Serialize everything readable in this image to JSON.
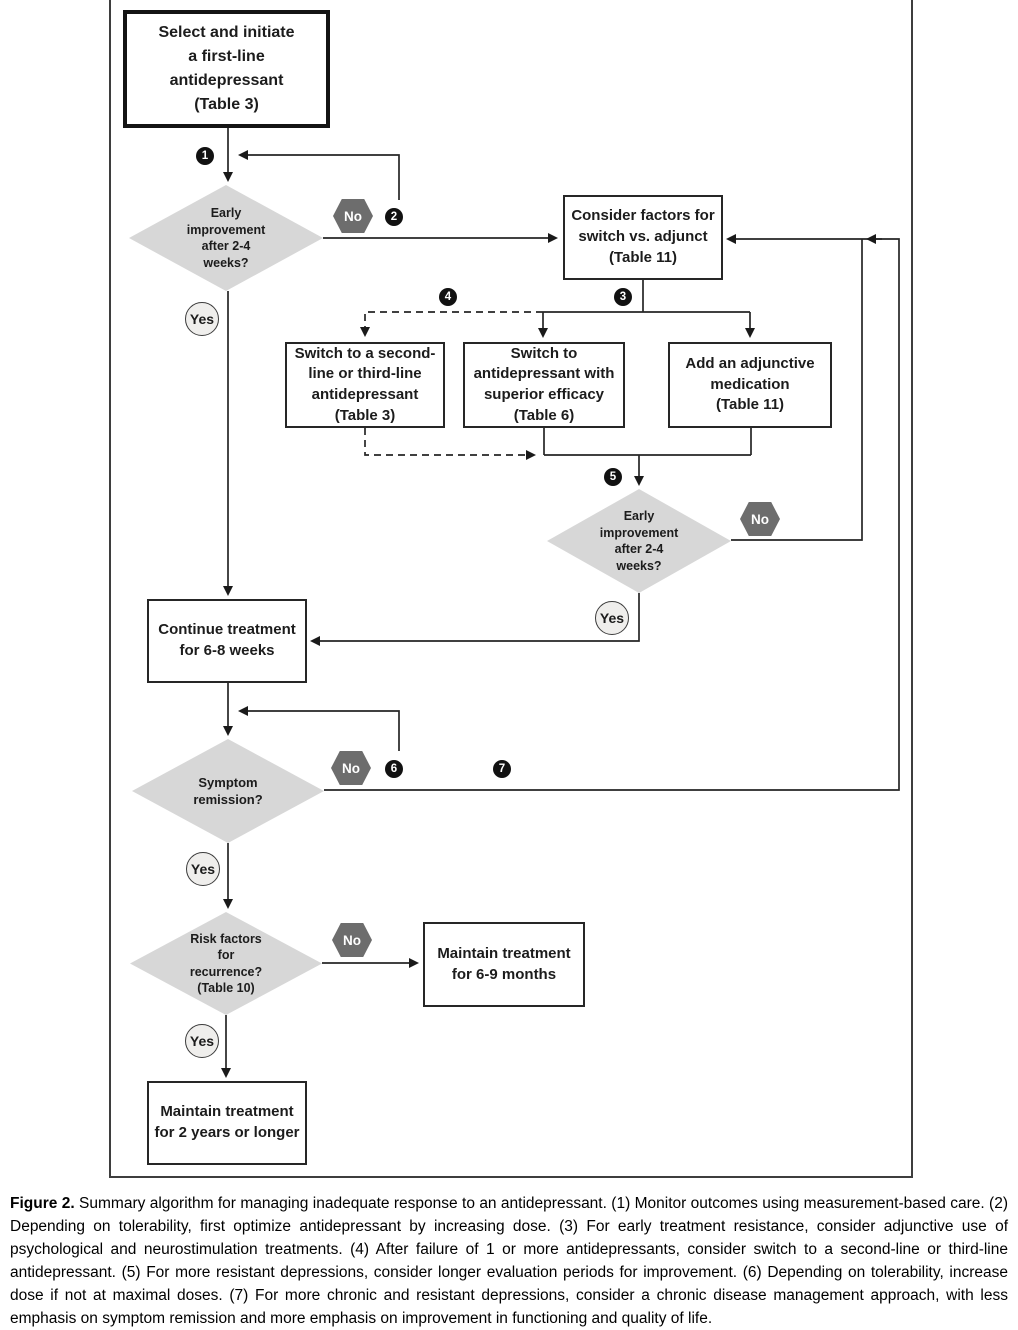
{
  "flowchart": {
    "nodes": {
      "start": "Select and initiate\na first-line\nantidepressant\n(Table 3)",
      "consider": "Consider factors for\nswitch vs. adjunct\n(Table 11)",
      "switch_second_third": "Switch to a second-\nline or third-line\nantidepressant\n(Table 3)",
      "switch_superior": "Switch to\nantidepressant with\nsuperior efficacy\n(Table 6)",
      "add_adjunctive": "Add an adjunctive\nmedication\n(Table 11)",
      "continue_treatment": "Continue treatment\nfor 6-8 weeks",
      "maintain_6_9": "Maintain treatment\nfor 6-9 months",
      "maintain_2_years": "Maintain treatment\nfor 2 years or longer"
    },
    "decisions": {
      "early_improvement": "Early\nimprovement\nafter 2-4\nweeks?",
      "symptom_remission": "Symptom\nremission?",
      "risk_factors": "Risk factors\nfor\nrecurrence?\n(Table 10)"
    },
    "labels": {
      "yes": "Yes",
      "no": "No"
    },
    "step_numbers": {
      "n1": "1",
      "n2": "2",
      "n3": "3",
      "n4": "4",
      "n5": "5",
      "n6": "6",
      "n7": "7"
    },
    "colors": {
      "diamond_fill": "#d7d7d7",
      "hexagon_fill": "#6d6d6d",
      "yes_circle_fill": "#efeeec",
      "line": "#262626"
    }
  },
  "caption": {
    "label": "Figure 2.",
    "text": " Summary algorithm for managing inadequate response to an antidepressant. (1) Monitor outcomes using measurement-based care. (2) Depending on tolerability, first optimize antidepressant by increasing dose. (3) For early treatment resistance, consider adjunctive use of psychological and neurostimulation treatments. (4) After failure of 1 or more antidepressants, consider switch to a second-line or third-line antidepressant. (5) For more resistant depressions, consider longer evaluation periods for improvement. (6) Depending on tolerability, increase dose if not at maximal doses. (7) For more chronic and resistant depressions, consider a chronic disease management approach, with less emphasis on symptom remission and more emphasis on improvement in functioning and quality of life."
  }
}
